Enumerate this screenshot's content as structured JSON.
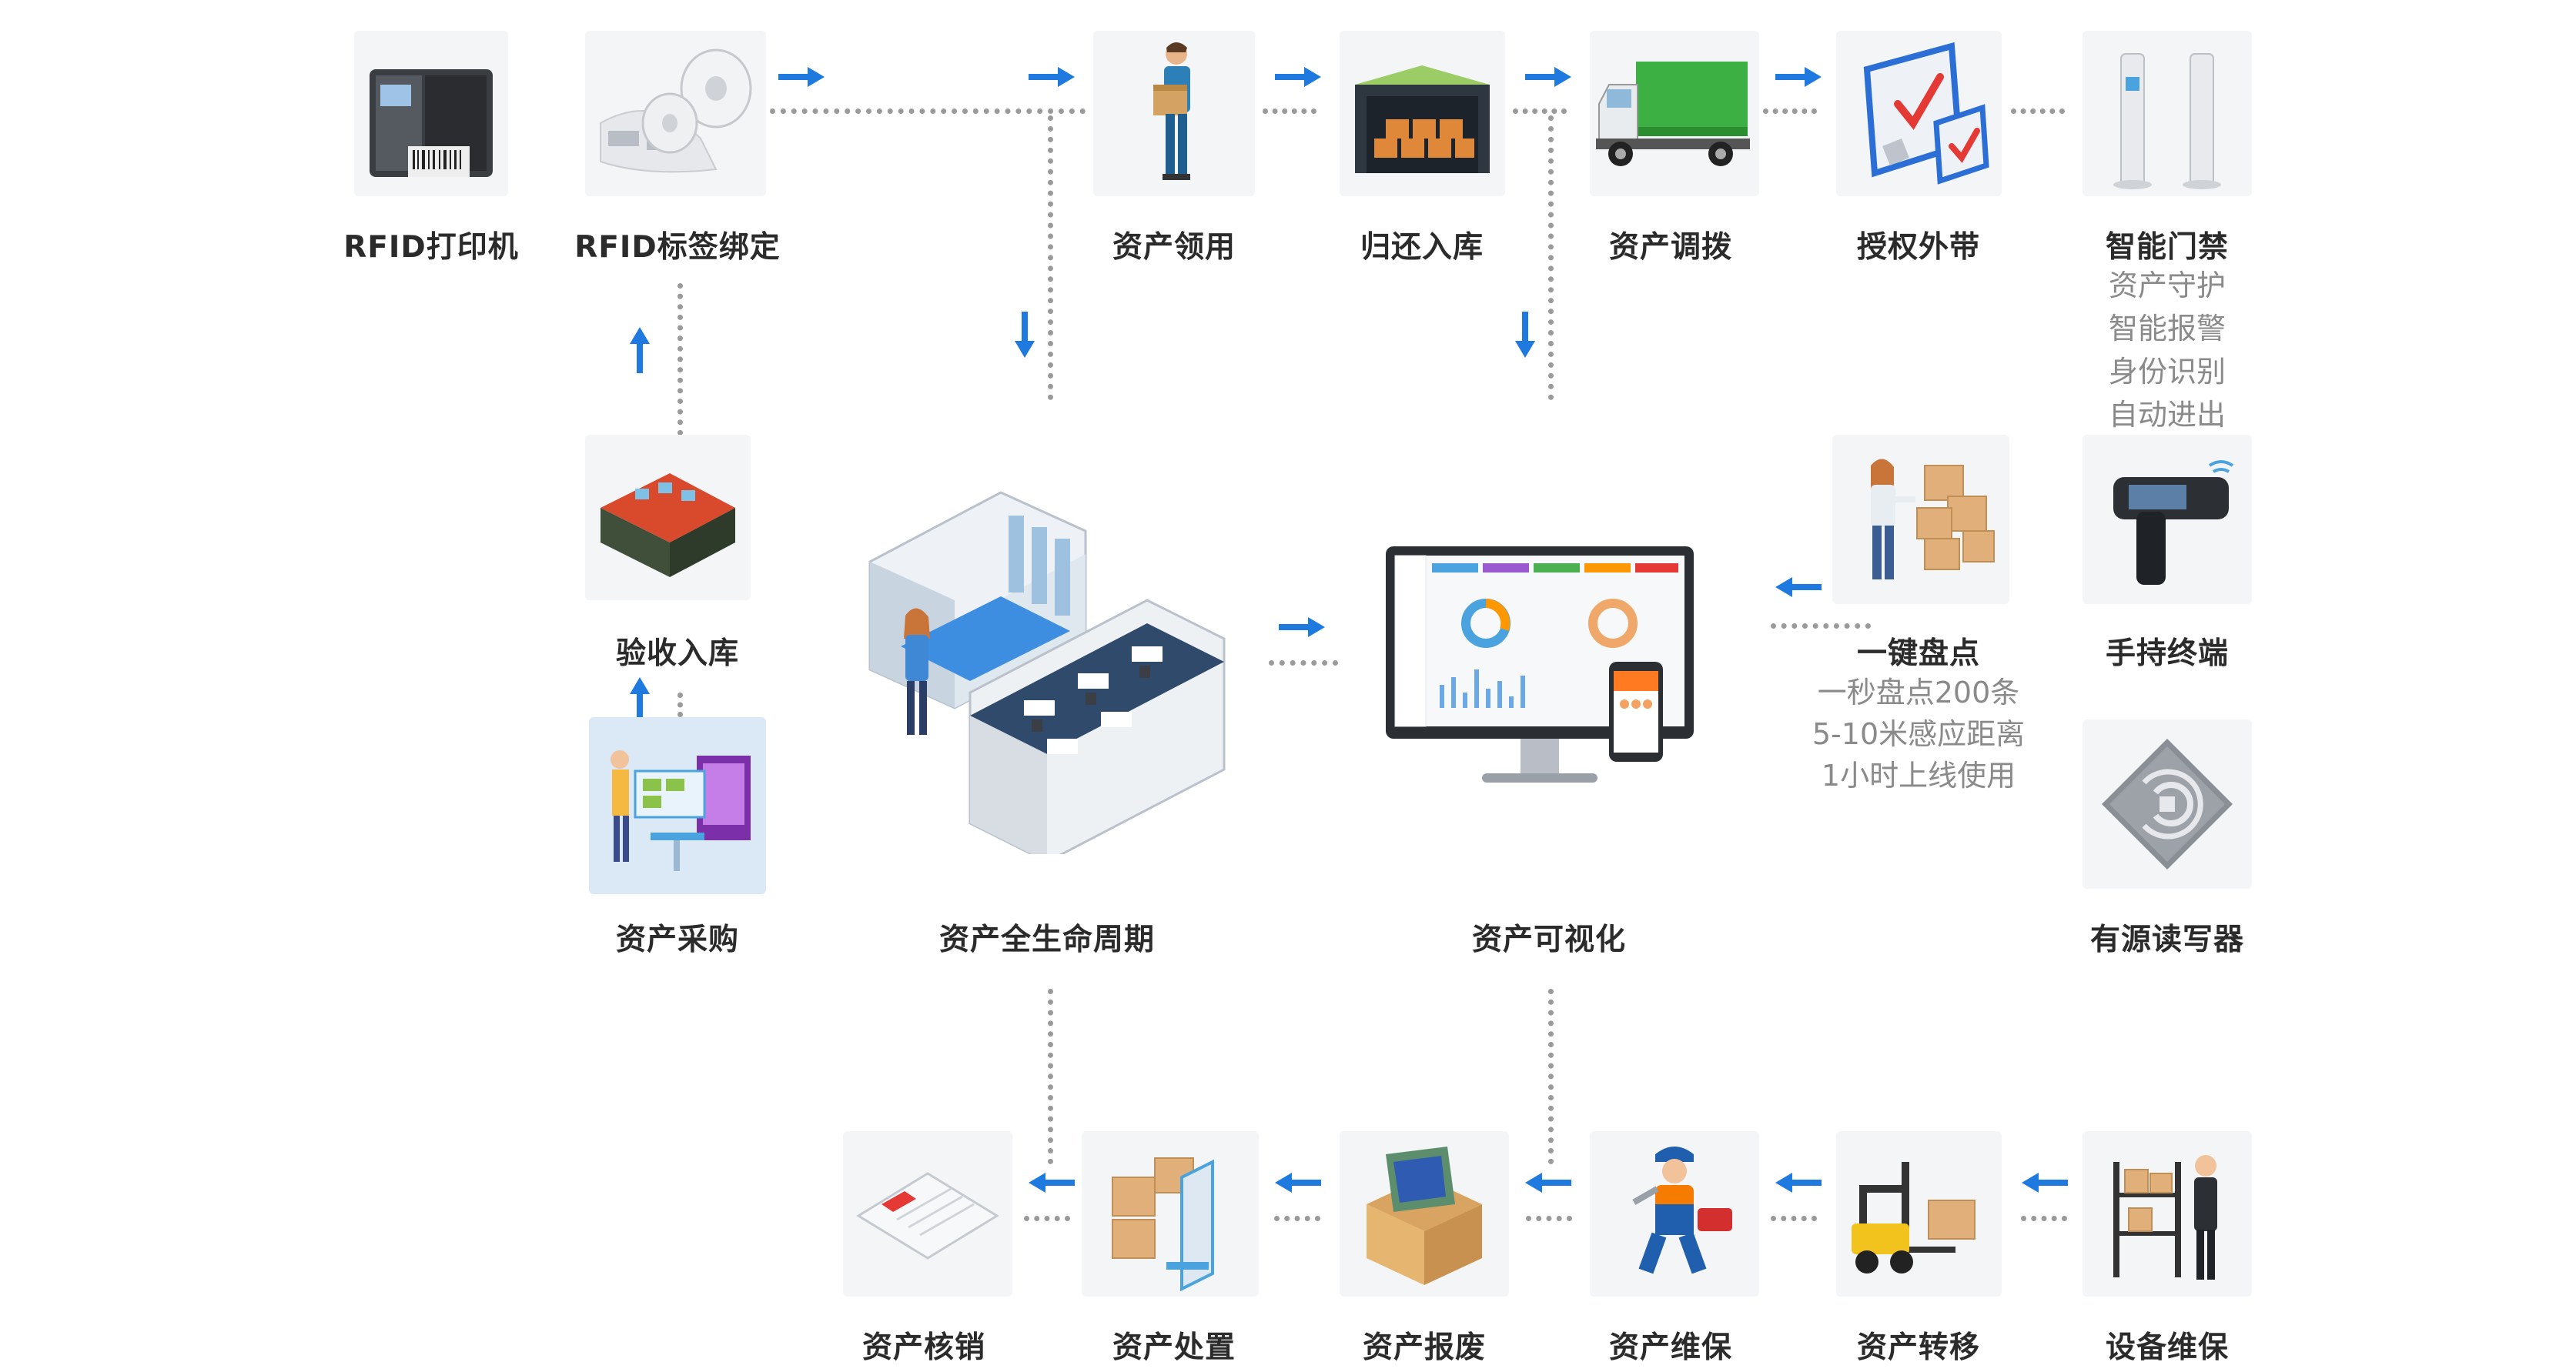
{
  "colors": {
    "arrow": "#1f7ae0",
    "dots": "#9a9a9a",
    "label": "#2b2b2b",
    "sub": "#8a8a8a"
  },
  "top_row": [
    {
      "label": "RFID打印机",
      "icon": "printer-icon"
    },
    {
      "label": "RFID标签绑定",
      "icon": "tag-roll-icon"
    },
    {
      "label": "资产领用",
      "icon": "person-carry-box-icon"
    },
    {
      "label": "归还入库",
      "icon": "warehouse-boxes-icon"
    },
    {
      "label": "资产调拨",
      "icon": "truck-icon"
    },
    {
      "label": "授权外带",
      "icon": "checklist-icon"
    },
    {
      "label": "智能门禁",
      "icon": "gate-icon"
    }
  ],
  "gate_features": [
    "资产守护",
    "智能报警",
    "身份识别",
    "自动进出"
  ],
  "middle": {
    "acceptance": {
      "label": "验收入库",
      "icon": "factory-icon"
    },
    "procurement": {
      "label": "资产采购",
      "icon": "purchase-screen-icon"
    },
    "lifecycle": {
      "label": "资产全生命周期",
      "icon": "office-isometric-icon"
    },
    "visualization": {
      "label": "资产可视化",
      "icon": "dashboard-monitor-icon"
    },
    "inventory": {
      "label": "一键盘点",
      "icon": "person-scan-boxes-icon",
      "features": [
        "一秒盘点200条",
        "5-10米感应距离",
        "1小时上线使用"
      ]
    },
    "handheld": {
      "label": "手持终端",
      "icon": "handheld-scanner-icon"
    },
    "reader": {
      "label": "有源读写器",
      "icon": "rfid-reader-icon"
    }
  },
  "bottom_row": [
    {
      "label": "资产核销",
      "icon": "document-icon"
    },
    {
      "label": "资产处置",
      "icon": "boxes-icon"
    },
    {
      "label": "资产报废",
      "icon": "scrap-box-icon"
    },
    {
      "label": "资产维保",
      "icon": "repairman-icon"
    },
    {
      "label": "资产转移",
      "icon": "forklift-icon"
    },
    {
      "label": "设备维保",
      "icon": "shelf-worker-icon"
    }
  ]
}
